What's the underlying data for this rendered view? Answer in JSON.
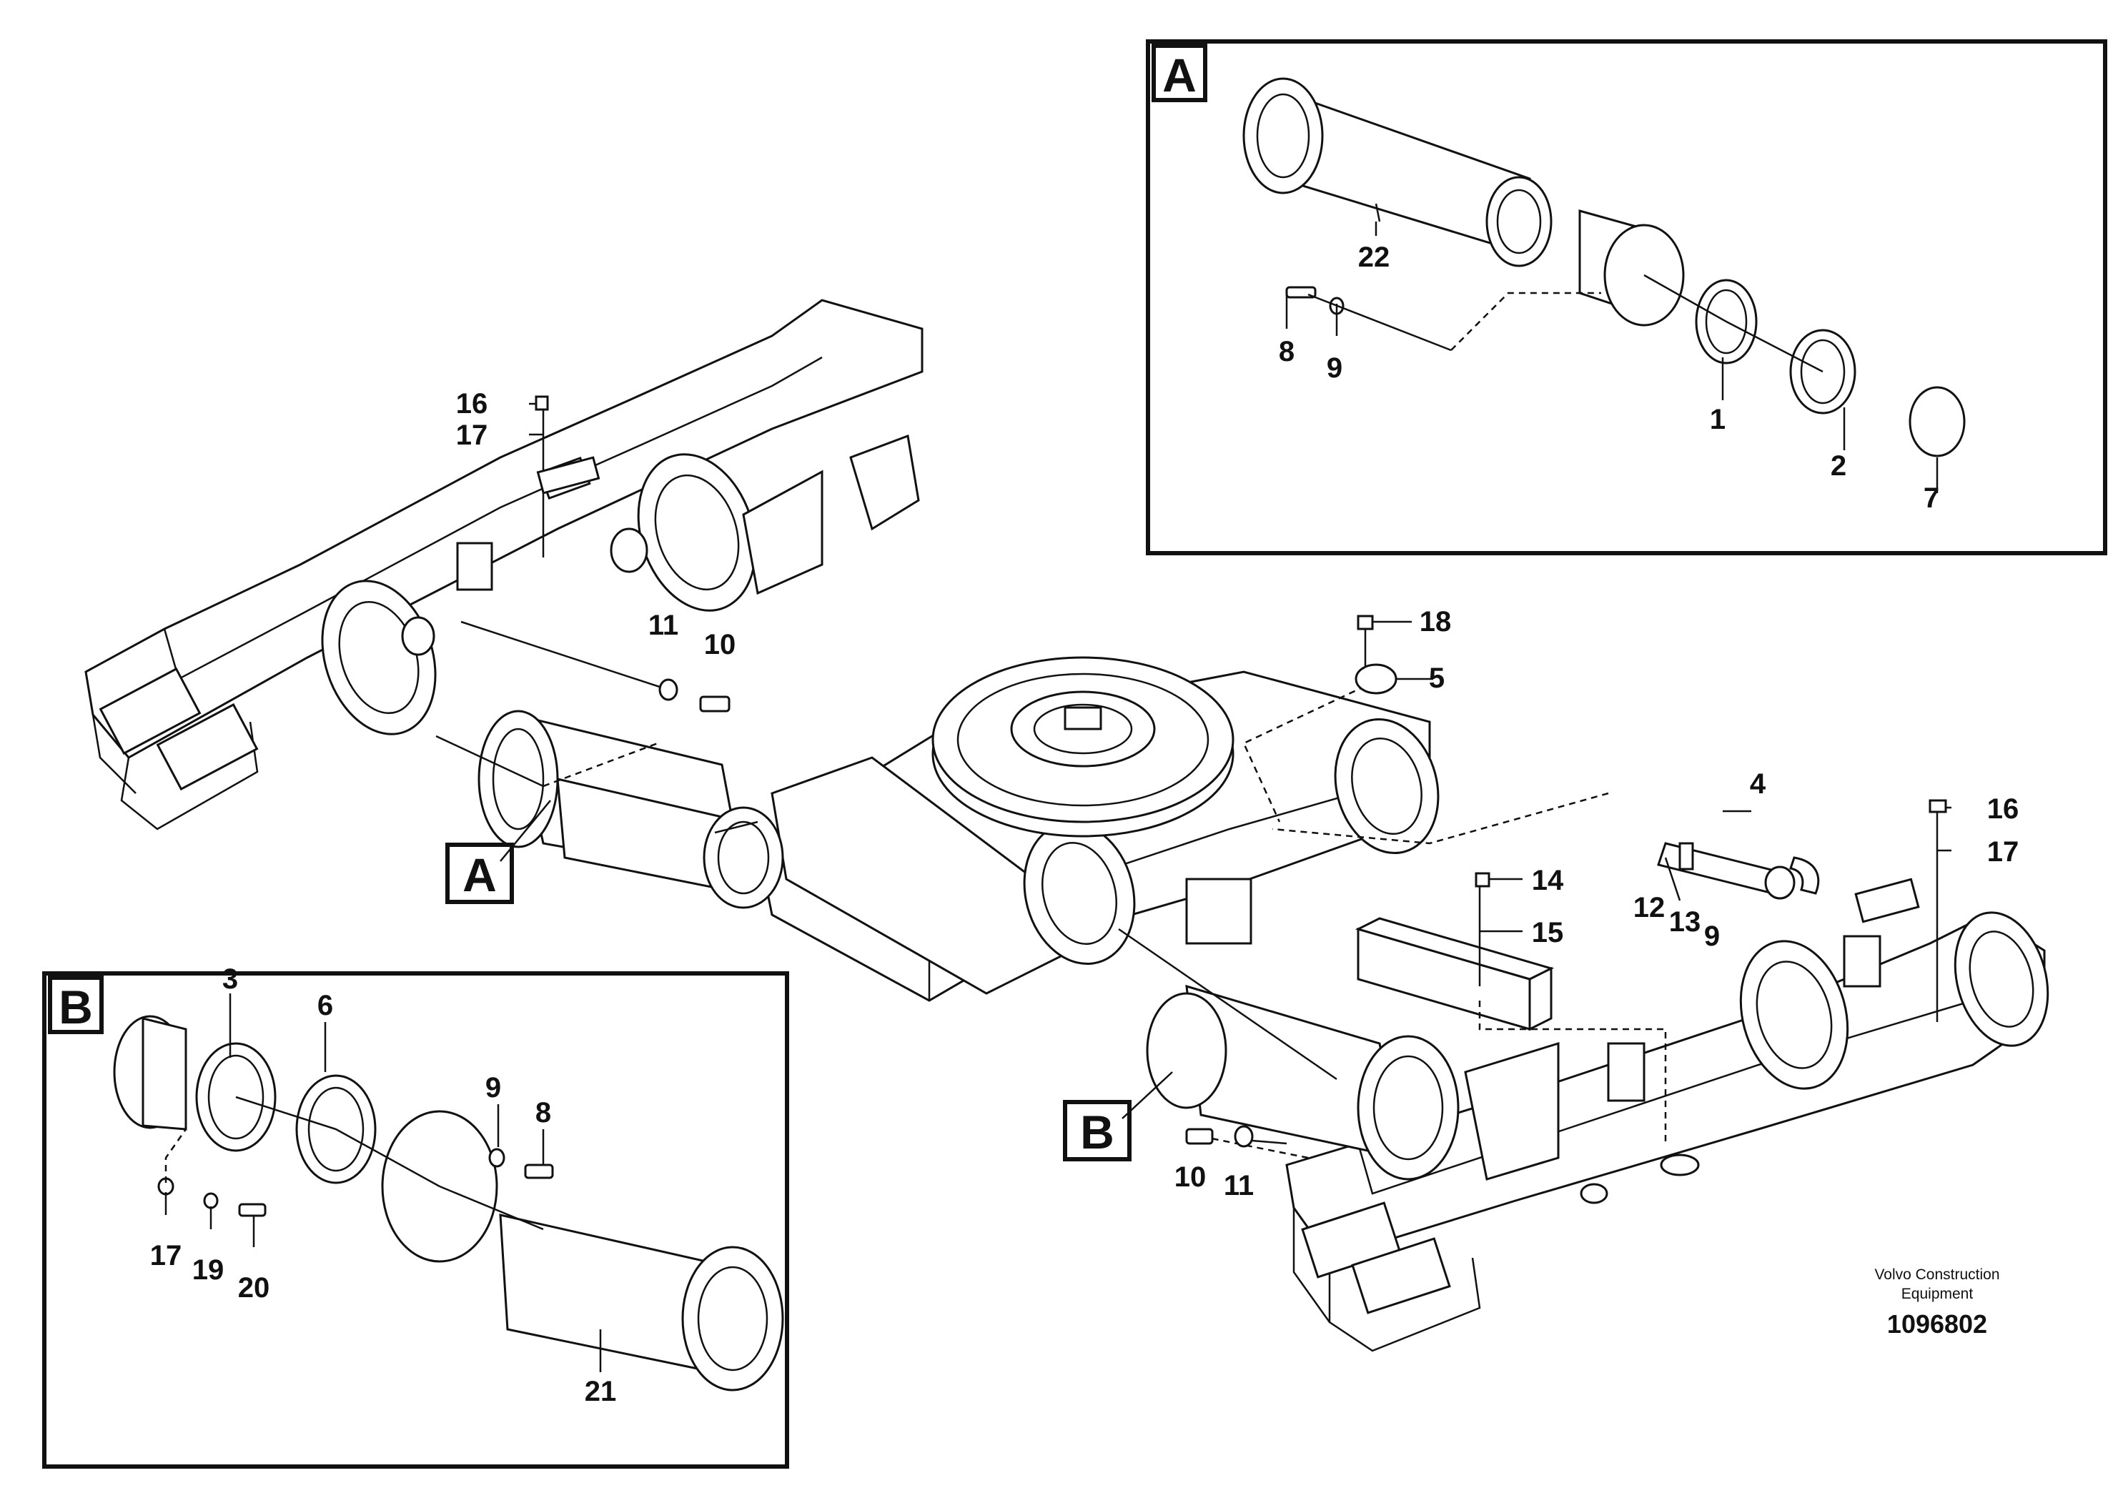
{
  "detail_a": {
    "label": "A",
    "callouts": [
      "22",
      "8",
      "9",
      "1",
      "2",
      "7"
    ]
  },
  "detail_b": {
    "label": "B",
    "callouts": [
      "3",
      "6",
      "9",
      "8",
      "17",
      "19",
      "20",
      "21"
    ]
  },
  "main_view": {
    "pointer_a_label": "A",
    "pointer_b_label": "B",
    "callouts": [
      "16",
      "17",
      "11",
      "10",
      "18",
      "5",
      "4",
      "14",
      "15",
      "12",
      "13",
      "9",
      "16",
      "17",
      "10",
      "11"
    ]
  },
  "footer": {
    "brand_line1": "Volvo Construction",
    "brand_line2": "Equipment",
    "document_number": "1096802"
  }
}
